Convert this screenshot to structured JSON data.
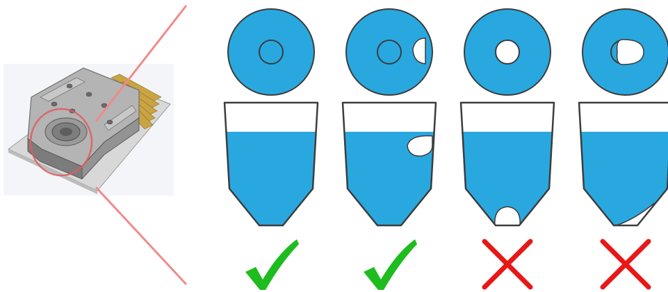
{
  "colors": {
    "liquid": "#29a8e0",
    "outline": "#3c3c3c",
    "bubble": "#ffffff",
    "callout_line": "#f08080",
    "callout_circle": "#e05050",
    "check": "#1ebc1e",
    "cross": "#e81818",
    "device_body": "#a8a8a8",
    "device_board": "#d6d6d6",
    "device_contacts": "#c8a040"
  },
  "device": {
    "icon": "microfluidic-chip-3d-render"
  },
  "scenarios": [
    {
      "top_view": "ring-in-center",
      "bubble_side": "none",
      "verdict": "check-mark-icon",
      "ok": true
    },
    {
      "top_view": "ring-with-side-bubble",
      "bubble_side": "upper-right-wall",
      "verdict": "check-mark-icon",
      "ok": true
    },
    {
      "top_view": "bubble-at-center-outlet",
      "bubble_side": "bottom-outlet",
      "verdict": "cross-mark-icon",
      "ok": false
    },
    {
      "top_view": "bubble-overlapping-outlet",
      "bubble_side": "outlet-edge",
      "verdict": "cross-mark-icon",
      "ok": false
    }
  ]
}
